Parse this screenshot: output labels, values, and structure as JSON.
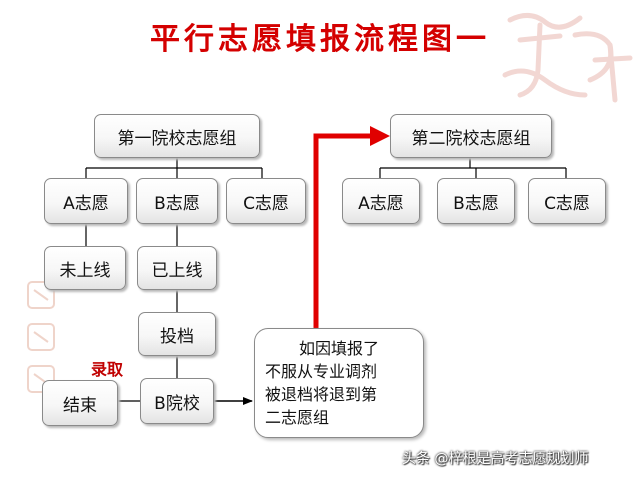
{
  "title": "平行志愿填报流程图一",
  "group1": {
    "label": "第一院校志愿组",
    "choices": [
      "A志愿",
      "B志愿",
      "C志愿"
    ],
    "not_admitted": "未上线",
    "admitted": "已上线",
    "submit_file": "投档",
    "school": "B院校",
    "accept_label": "录取",
    "end": "结束"
  },
  "group2": {
    "label": "第二院校志愿组",
    "choices": [
      "A志愿",
      "B志愿",
      "C志愿"
    ]
  },
  "callout": {
    "lines": [
      "如因填报了",
      "不服从专业调剂",
      "被退档将退到第",
      "二志愿组"
    ]
  },
  "watermark": "头条 @梓根是高考志愿规划师",
  "colors": {
    "title": "#d40000",
    "arrow_red": "#e00000",
    "accept_red": "#c00000",
    "connector": "#000000"
  }
}
